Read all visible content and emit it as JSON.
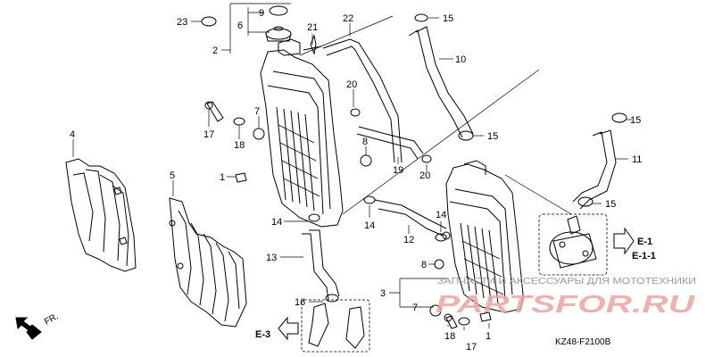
{
  "colors": {
    "ink": "#000000",
    "watermark": "#e6a6a6",
    "watermark_sub": "#9a9a9a",
    "paper": "#ffffff"
  },
  "callouts": {
    "c1a": "1",
    "c1b": "1",
    "c1c": "1",
    "c2": "2",
    "c3": "3",
    "c4": "4",
    "c5": "5",
    "c6": "6",
    "c7a": "7",
    "c7b": "7",
    "c8a": "8",
    "c8b": "8",
    "c9": "9",
    "c10": "10",
    "c11": "11",
    "c12": "12",
    "c13": "13",
    "c14a": "14",
    "c14b": "14",
    "c14c": "14",
    "c15a": "15",
    "c15b": "15",
    "c15c": "15",
    "c15d": "15",
    "c15e": "15",
    "c16": "16",
    "c17a": "17",
    "c17b": "17",
    "c18a": "18",
    "c18b": "18",
    "c19": "19",
    "c20a": "20",
    "c20b": "20",
    "c21": "21",
    "c22": "22",
    "c23": "23"
  },
  "refs": {
    "e1": "E-1",
    "e11": "E-1-1",
    "e3": "E-3"
  },
  "front_label": "FR.",
  "diagram_code": "KZ48-F2100B",
  "watermark": {
    "main": "PARTSFOR.RU",
    "sub": "ЗАПЧАСТИ И АКСЕССУАРЫ ДЛЯ МОТОТЕХНИКИ"
  }
}
